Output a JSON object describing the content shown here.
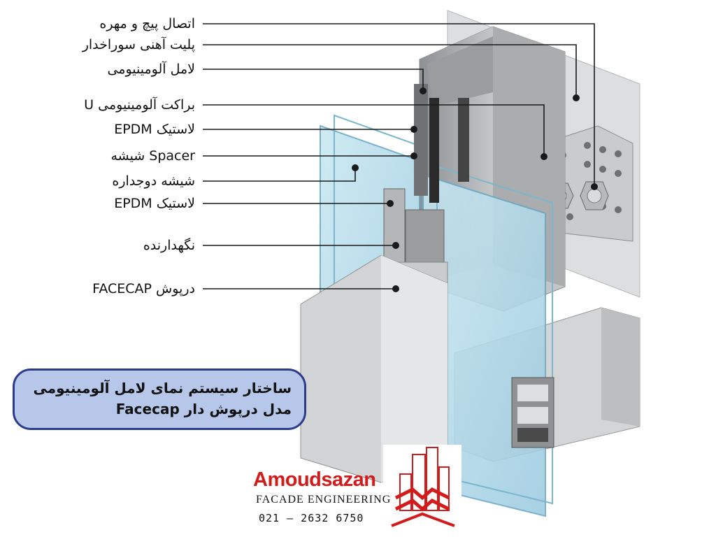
{
  "labels": [
    {
      "id": "bolt-nut",
      "text": "اتصال پیچ و مهره"
    },
    {
      "id": "perforated-plate",
      "text": "پلیت آهنی سوراخدار"
    },
    {
      "id": "aluminium-mullion",
      "text": "لامل آلومینیومی"
    },
    {
      "id": "u-bracket",
      "text": "براکت آلومینیومی U"
    },
    {
      "id": "epdm-1",
      "text": "لاستیک EPDM"
    },
    {
      "id": "spacer",
      "text": "Spacer شیشه"
    },
    {
      "id": "double-glass",
      "text": "شیشه دوجداره"
    },
    {
      "id": "epdm-2",
      "text": "لاستیک EPDM"
    },
    {
      "id": "holder",
      "text": "نگهدارنده"
    },
    {
      "id": "facecap",
      "text": "درپوش FACECAP"
    }
  ],
  "caption": {
    "line1": "ساختار سیستم نمای لامل آلومینیومی",
    "line2": "مدل درپوش دار Facecap"
  },
  "logo": {
    "name": "Amoudsazan",
    "subtitle": "FACADE ENGINEERING",
    "phone": "021 – 2632 6750"
  },
  "colors": {
    "caption_fill": "#b7c7ea",
    "caption_border": "#2c3c8a",
    "brand_red": "#d21c1c",
    "glass": "#a9d3e6",
    "aluminium": "#c8cacc"
  }
}
